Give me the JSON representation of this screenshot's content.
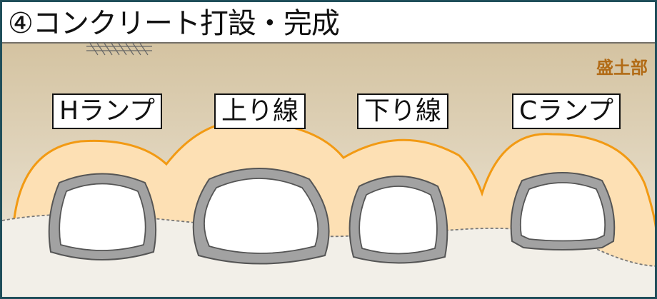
{
  "title": "④コンクリート打設・完成",
  "zone_label": "盛土部",
  "tunnels": [
    {
      "label": "Hランプ"
    },
    {
      "label": "上り線"
    },
    {
      "label": "下り線"
    },
    {
      "label": "Cランプ"
    }
  ],
  "colors": {
    "frame": "#1f4e5a",
    "embankment": "#d8c8a8",
    "fill_zone": "#fde0b4",
    "fill_outline": "#f29a13",
    "ground": "#f2efe8",
    "lining": "#9c9c9c",
    "zone_label": "#b26b16"
  }
}
